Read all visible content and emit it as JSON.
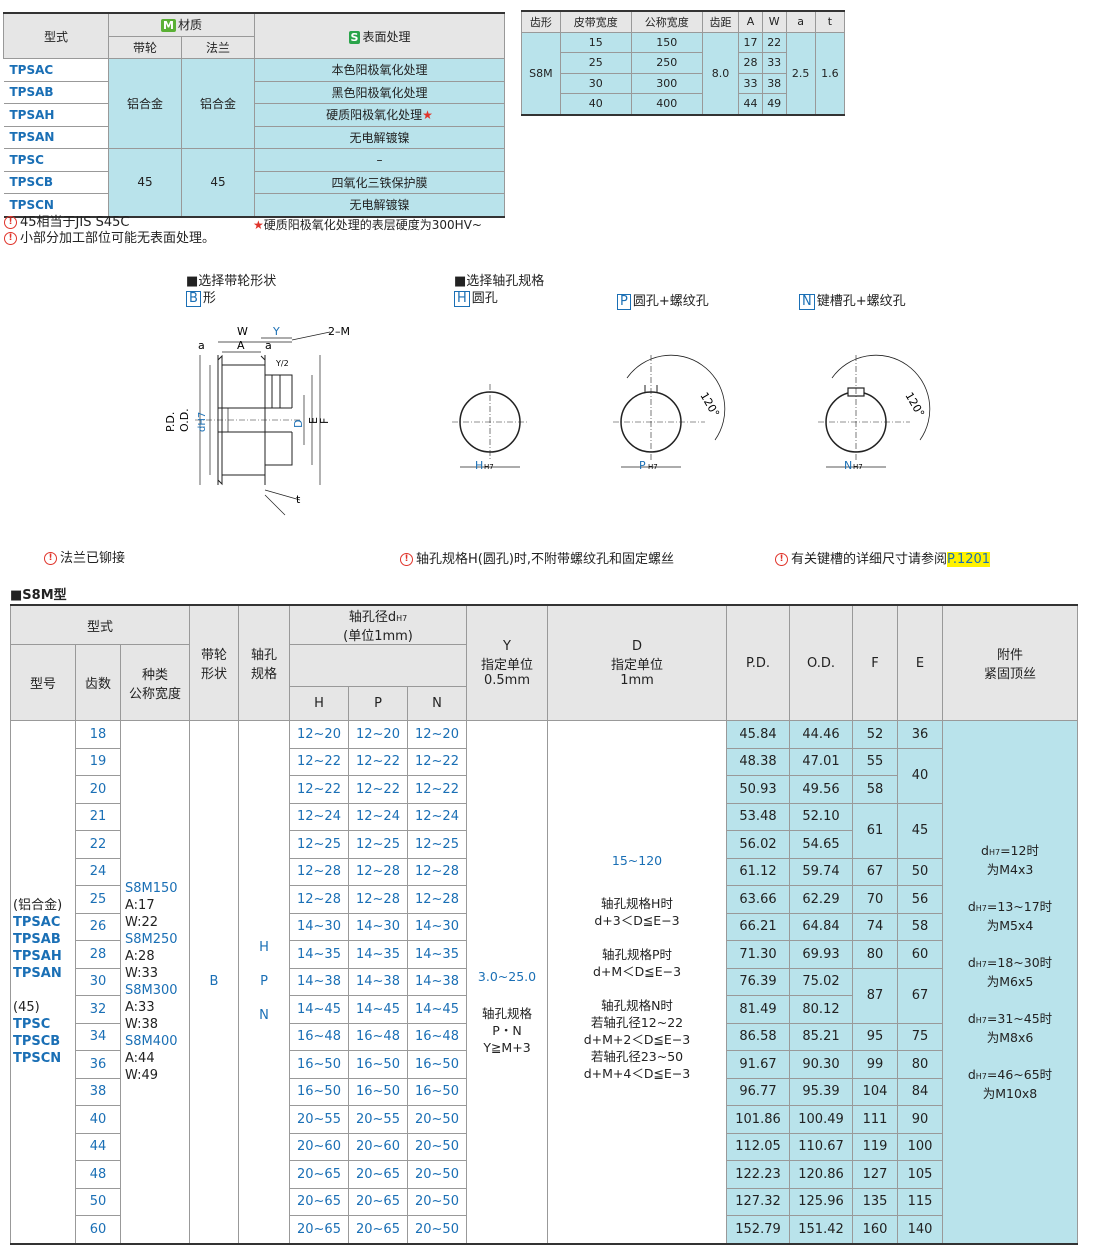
{
  "mat": {
    "h_model": "型式",
    "h_material": "材质",
    "h_material_badge": "M",
    "h_pulley": "带轮",
    "h_flange": "法兰",
    "h_surface": "表面处理",
    "h_surface_badge": "S",
    "alu": "铝合金",
    "steel": "45",
    "rows": [
      {
        "m": "TPSAC",
        "s": "本色阳极氧化处理",
        "star": ""
      },
      {
        "m": "TPSAB",
        "s": "黑色阳极氧化处理",
        "star": ""
      },
      {
        "m": "TPSAH",
        "s": "硬质阳极氧化处理",
        "star": "★"
      },
      {
        "m": "TPSAN",
        "s": "无电解镀镍",
        "star": ""
      },
      {
        "m": "TPSC",
        "s": "–",
        "star": ""
      },
      {
        "m": "TPSCB",
        "s": "四氧化三铁保护膜",
        "star": ""
      },
      {
        "m": "TPSCN",
        "s": "无电解镀镍",
        "star": ""
      }
    ],
    "note1": "45相当于JIS  S45C",
    "note2": "小部分加工部位可能无表面处理。",
    "note_star": "★",
    "note3": "硬质阳极氧化处理的表层硬度为300HV~"
  },
  "belt": {
    "headers": [
      "齿形",
      "皮带宽度",
      "公称宽度",
      "齿距",
      "A",
      "W",
      "a",
      "t"
    ],
    "tooth": "S8M",
    "pitch": "8.0",
    "a": "2.5",
    "t": "1.6",
    "rows": [
      [
        "15",
        "150",
        "17",
        "22"
      ],
      [
        "25",
        "250",
        "28",
        "33"
      ],
      [
        "30",
        "300",
        "33",
        "38"
      ],
      [
        "40",
        "400",
        "44",
        "49"
      ]
    ]
  },
  "select": {
    "shape_title": "■选择带轮形状",
    "shape_badge": "B",
    "shape_label": "形",
    "bore_title": "■选择轴孔规格",
    "h_badge": "H",
    "h_label": "圆孔",
    "p_badge": "P",
    "p_label": "圆孔+螺纹孔",
    "n_badge": "N",
    "n_label": "键槽孔+螺纹孔",
    "note_flange": "法兰已铆接",
    "note_h": "轴孔规格H(圆孔)时,不附带螺纹孔和固定螺丝",
    "note_key": "有关键槽的详细尺寸请参阅",
    "note_key_page": "P.1201"
  },
  "drawing": {
    "W": "W",
    "Y": "Y",
    "A": "A",
    "a": "a",
    "M": "2–M",
    "Y2": "Y/2",
    "PD": "P.D.",
    "OD": "O.D.",
    "dH7": "dH7",
    "D": "D",
    "E": "E",
    "F": "F",
    "t": "t",
    "H": "H",
    "P": "P",
    "N": "N",
    "sub": "H7",
    "angle": "120°"
  },
  "main": {
    "title": "■S8M型",
    "h_type": "型式",
    "h_model": "型号",
    "h_teeth": "齿数",
    "h_kind": "种类\n公称宽度",
    "h_shape": "带轮\n形状",
    "h_bore": "轴孔\n规格",
    "h_d": "轴孔径d",
    "h_d_sub": "H7",
    "h_d_unit": "(单位1mm)",
    "h_H": "H",
    "h_P": "P",
    "h_N": "N",
    "h_Y": "Y\n指定单位\n0.5mm",
    "h_D": "D\n指定单位\n1mm",
    "h_PD": "P.D.",
    "h_OD": "O.D.",
    "h_F": "F",
    "h_E": "E",
    "h_acc": "附件\n紧固顶丝",
    "alu_label": "(铝合金)",
    "alu_models": [
      "TPSAC",
      "TPSAB",
      "TPSAH",
      "TPSAN"
    ],
    "st_label": "(45)",
    "st_models": [
      "TPSC",
      "TPSCB",
      "TPSCN"
    ],
    "kinds": [
      {
        "name": "S8M150",
        "a": "A:17",
        "w": "W:22"
      },
      {
        "name": "S8M250",
        "a": "A:28",
        "w": "W:33"
      },
      {
        "name": "S8M300",
        "a": "A:33",
        "w": "W:38"
      },
      {
        "name": "S8M400",
        "a": "A:44",
        "w": "W:49"
      }
    ],
    "shape": "B",
    "bores": [
      "H",
      "P",
      "N"
    ],
    "y_range": "3.0~25.0",
    "y_note": "轴孔规格\nP・N\nY≧M+3",
    "d_range": "15~120",
    "d_notes": "轴孔规格H时\nd+3＜D≦E−3\n\n轴孔规格P时\nd+M＜D≦E−3\n\n轴孔规格N时\n若轴孔径12~22\nd+M+2＜D≦E−3\n若轴孔径23~50\nd+M+4＜D≦E−3",
    "acc": [
      {
        "d": "d",
        "sub": "H7",
        "v": "=12时",
        "m": "为M4x3"
      },
      {
        "d": "d",
        "sub": "H7",
        "v": "=13~17时",
        "m": "为M5x4"
      },
      {
        "d": "d",
        "sub": "H7",
        "v": "=18~30时",
        "m": "为M6x5"
      },
      {
        "d": "d",
        "sub": "H7",
        "v": "=31~45时",
        "m": "为M8x6"
      },
      {
        "d": "d",
        "sub": "H7",
        "v": "=46~65时",
        "m": "为M10x8"
      }
    ],
    "rows": [
      {
        "z": "18",
        "h": "12~20",
        "p": "12~20",
        "n": "12~20",
        "pd": "45.84",
        "od": "44.46"
      },
      {
        "z": "19",
        "h": "12~22",
        "p": "12~22",
        "n": "12~22",
        "pd": "48.38",
        "od": "47.01"
      },
      {
        "z": "20",
        "h": "12~22",
        "p": "12~22",
        "n": "12~22",
        "pd": "50.93",
        "od": "49.56"
      },
      {
        "z": "21",
        "h": "12~24",
        "p": "12~24",
        "n": "12~24",
        "pd": "53.48",
        "od": "52.10"
      },
      {
        "z": "22",
        "h": "12~25",
        "p": "12~25",
        "n": "12~25",
        "pd": "56.02",
        "od": "54.65"
      },
      {
        "z": "24",
        "h": "12~28",
        "p": "12~28",
        "n": "12~28",
        "pd": "61.12",
        "od": "59.74"
      },
      {
        "z": "25",
        "h": "12~28",
        "p": "12~28",
        "n": "12~28",
        "pd": "63.66",
        "od": "62.29"
      },
      {
        "z": "26",
        "h": "14~30",
        "p": "14~30",
        "n": "14~30",
        "pd": "66.21",
        "od": "64.84"
      },
      {
        "z": "28",
        "h": "14~35",
        "p": "14~35",
        "n": "14~35",
        "pd": "71.30",
        "od": "69.93"
      },
      {
        "z": "30",
        "h": "14~38",
        "p": "14~38",
        "n": "14~38",
        "pd": "76.39",
        "od": "75.02"
      },
      {
        "z": "32",
        "h": "14~45",
        "p": "14~45",
        "n": "14~45",
        "pd": "81.49",
        "od": "80.12"
      },
      {
        "z": "34",
        "h": "16~48",
        "p": "16~48",
        "n": "16~48",
        "pd": "86.58",
        "od": "85.21"
      },
      {
        "z": "36",
        "h": "16~50",
        "p": "16~50",
        "n": "16~50",
        "pd": "91.67",
        "od": "90.30"
      },
      {
        "z": "38",
        "h": "16~50",
        "p": "16~50",
        "n": "16~50",
        "pd": "96.77",
        "od": "95.39"
      },
      {
        "z": "40",
        "h": "20~55",
        "p": "20~55",
        "n": "20~50",
        "pd": "101.86",
        "od": "100.49"
      },
      {
        "z": "44",
        "h": "20~60",
        "p": "20~60",
        "n": "20~50",
        "pd": "112.05",
        "od": "110.67"
      },
      {
        "z": "48",
        "h": "20~65",
        "p": "20~65",
        "n": "20~50",
        "pd": "122.23",
        "od": "120.86"
      },
      {
        "z": "50",
        "h": "20~65",
        "p": "20~65",
        "n": "20~50",
        "pd": "127.32",
        "od": "125.96"
      },
      {
        "z": "60",
        "h": "20~65",
        "p": "20~65",
        "n": "20~50",
        "pd": "152.79",
        "od": "151.42"
      }
    ],
    "fe": [
      {
        "f": "52",
        "e": "36",
        "span_f": 1,
        "span_e": 1
      },
      {
        "f": "55",
        "e": "40",
        "span_f": 1,
        "span_e": 2
      },
      {
        "f": "58",
        "e": null,
        "span_f": 1,
        "span_e": 0
      },
      {
        "f": "61",
        "e": "45",
        "span_f": 2,
        "span_e": 2
      },
      {
        "f": null,
        "e": null,
        "span_f": 0,
        "span_e": 0
      },
      {
        "f": "67",
        "e": "50",
        "span_f": 1,
        "span_e": 1
      },
      {
        "f": "70",
        "e": "56",
        "span_f": 1,
        "span_e": 1
      },
      {
        "f": "74",
        "e": "58",
        "span_f": 1,
        "span_e": 1
      },
      {
        "f": "80",
        "e": "60",
        "span_f": 1,
        "span_e": 1
      },
      {
        "f": "87",
        "e": "67",
        "span_f": 2,
        "span_e": 2
      },
      {
        "f": null,
        "e": null,
        "span_f": 0,
        "span_e": 0
      },
      {
        "f": "95",
        "e": "75",
        "span_f": 1,
        "span_e": 1
      },
      {
        "f": "99",
        "e": "80",
        "span_f": 1,
        "span_e": 1
      },
      {
        "f": "104",
        "e": "84",
        "span_f": 1,
        "span_e": 1
      },
      {
        "f": "111",
        "e": "90",
        "span_f": 1,
        "span_e": 1
      },
      {
        "f": "119",
        "e": "100",
        "span_f": 1,
        "span_e": 1
      },
      {
        "f": "127",
        "e": "105",
        "span_f": 1,
        "span_e": 1
      },
      {
        "f": "135",
        "e": "115",
        "span_f": 1,
        "span_e": 1
      },
      {
        "f": "160",
        "e": "140",
        "span_f": 1,
        "span_e": 1
      }
    ]
  }
}
